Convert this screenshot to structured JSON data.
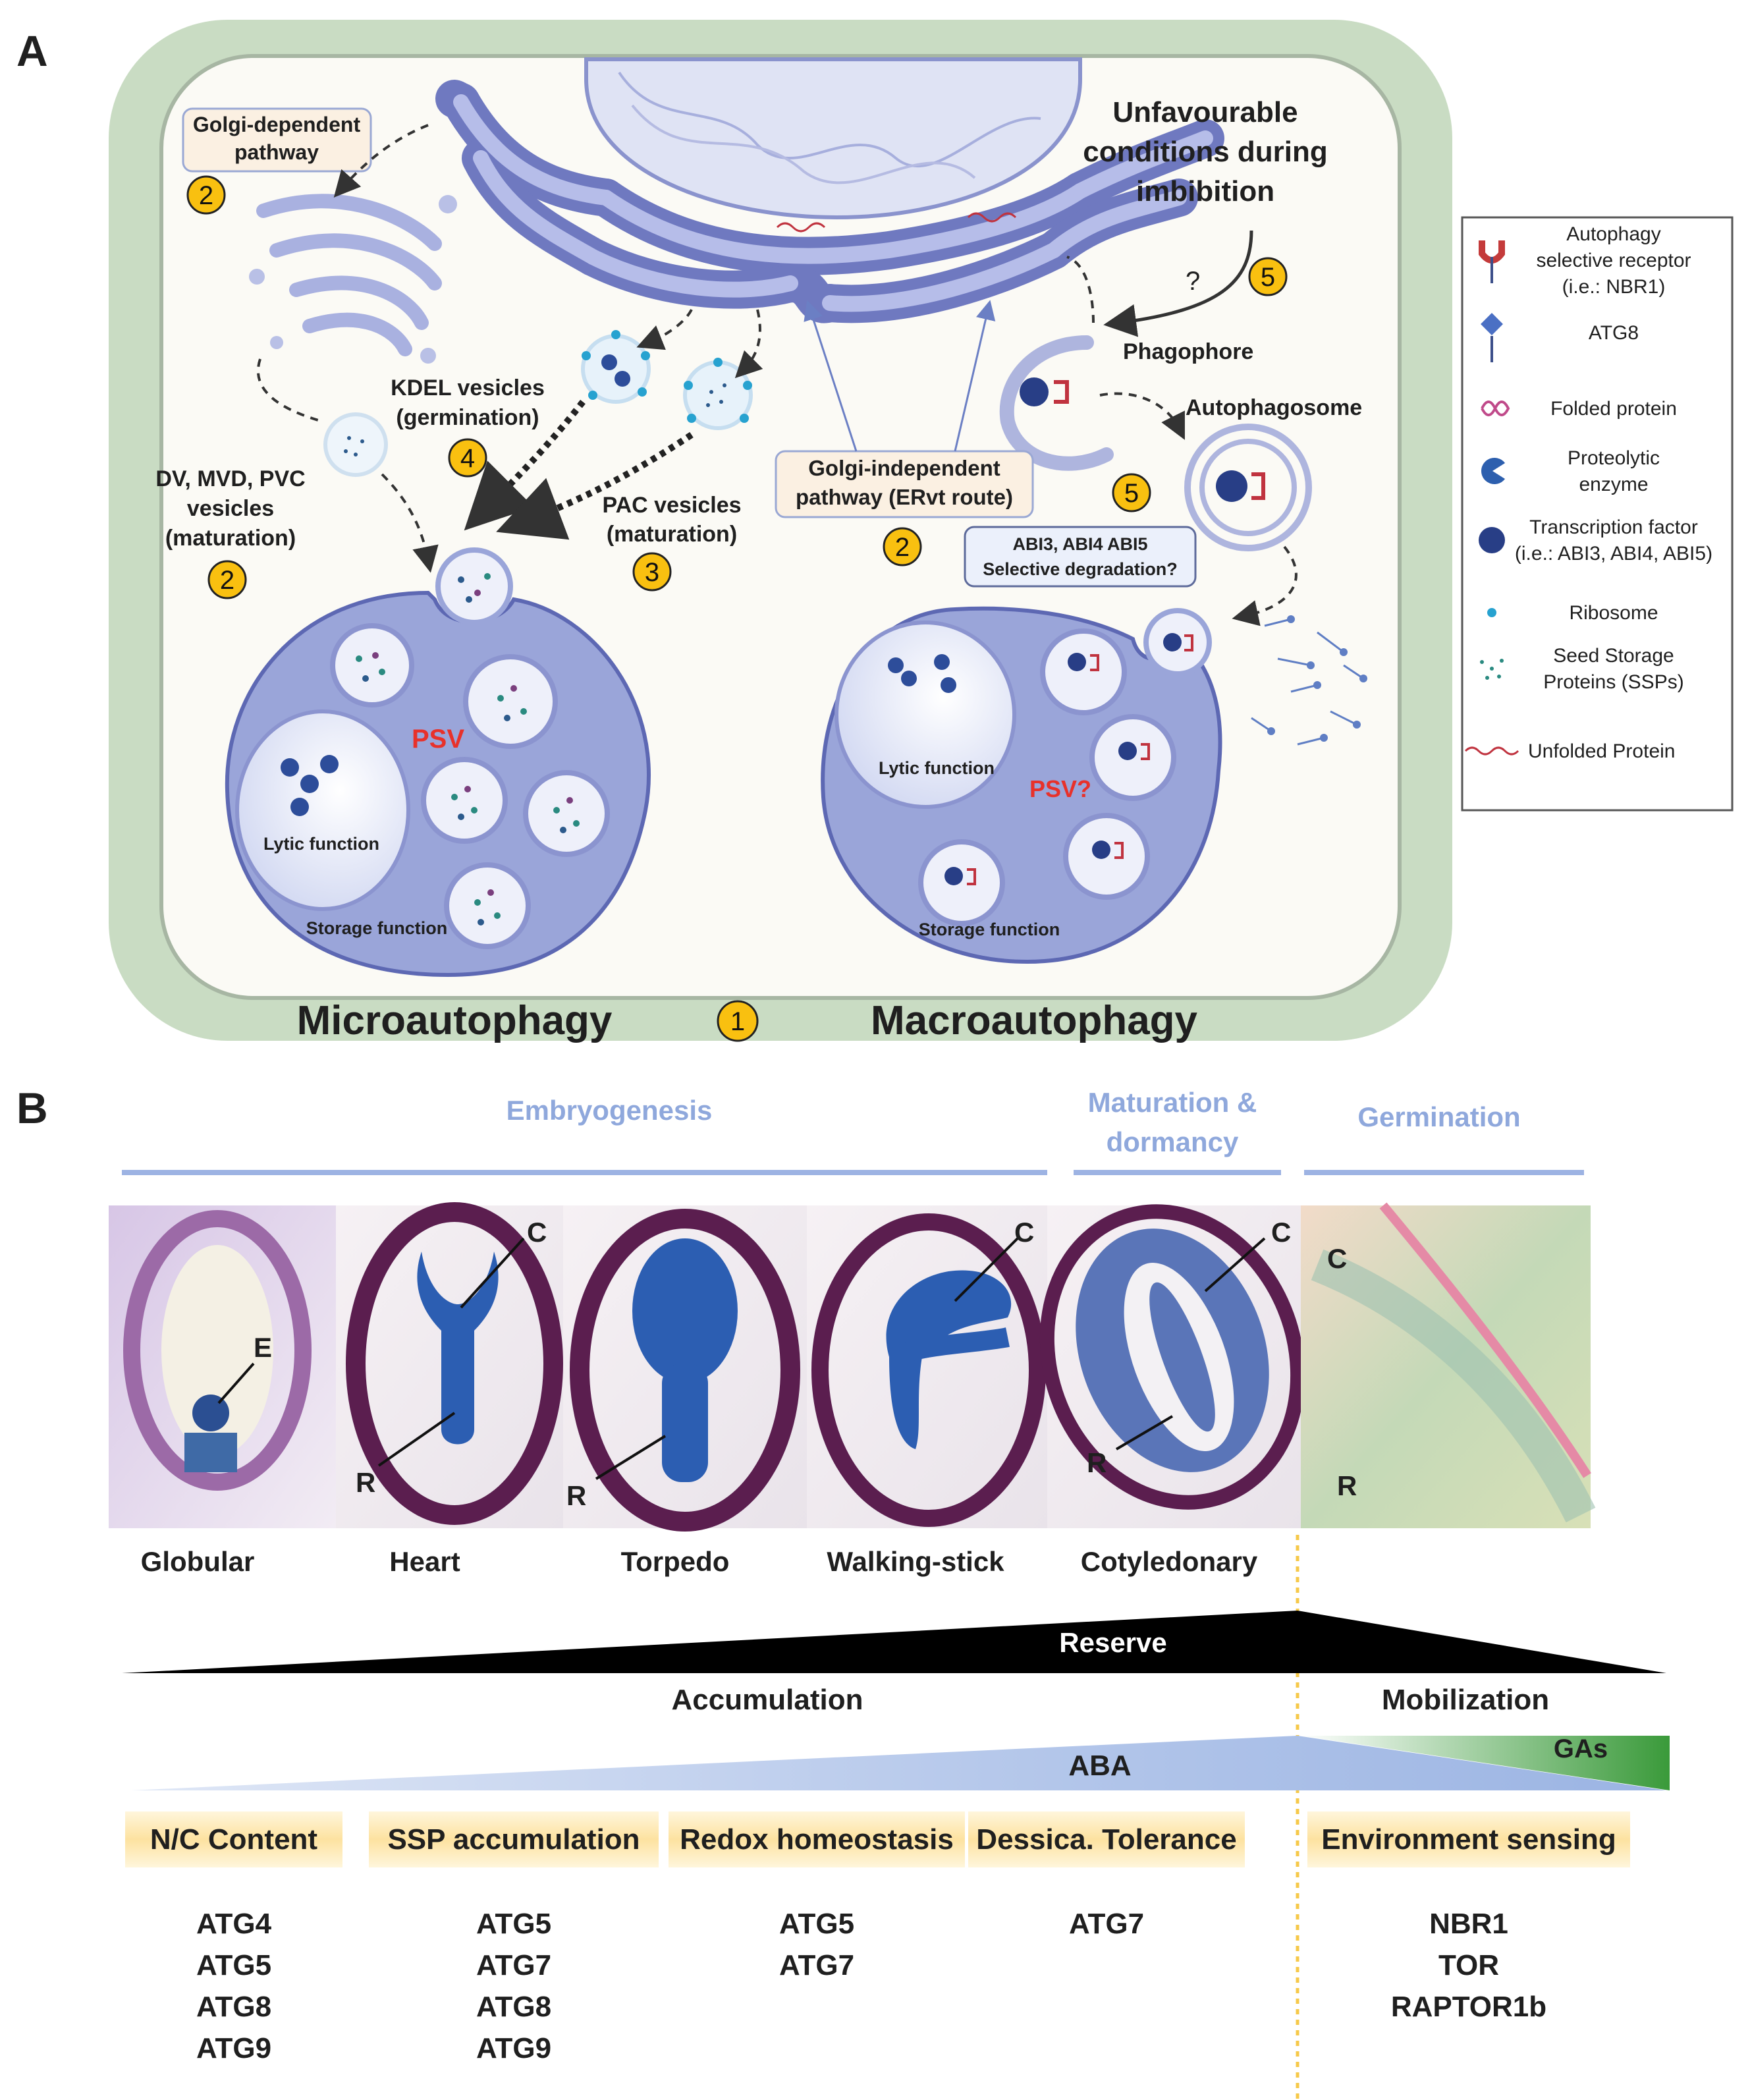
{
  "panelA": {
    "panel_letter": "A",
    "golgi_dependent": [
      "Golgi-dependent",
      "pathway"
    ],
    "golgi_independent": [
      "Golgi-independent",
      "pathway (ERvt route)"
    ],
    "unfavourable": [
      "Unfavourable",
      "conditions during",
      "imbibition"
    ],
    "question_mark": "?",
    "phagophore": "Phagophore",
    "autophagosome": "Autophagosome",
    "kdel": [
      "KDEL vesicles",
      "(germination)"
    ],
    "pac": [
      "PAC vesicles",
      "(maturation)"
    ],
    "dv": [
      "DV, MVD, PVC",
      "vesicles",
      "(maturation)"
    ],
    "abi_box": [
      "ABI3, ABI4 ABI5",
      "Selective degradation?"
    ],
    "psv_left": "PSV",
    "psv_right": "PSV?",
    "lytic_left": "Lytic function",
    "storage_left": "Storage function",
    "lytic_right": "Lytic function",
    "storage_right": "Storage function",
    "micro": "Microautophagy",
    "macro": "Macroautophagy",
    "numbers": {
      "golgi_dep": "2",
      "unfav": "5",
      "kdel": "4",
      "dv": "2",
      "pac": "3",
      "golgi_indep": "2",
      "autophagosome": "5",
      "center": "1"
    },
    "legend": [
      {
        "icon": "receptor-icon",
        "label": [
          "Autophagy",
          "selective receptor",
          "(i.e.: NBR1)"
        ]
      },
      {
        "icon": "atg8-icon",
        "label": [
          "ATG8"
        ]
      },
      {
        "icon": "folded-protein-icon",
        "label": [
          "Folded protein"
        ]
      },
      {
        "icon": "proteolytic-enzyme-icon",
        "label": [
          "Proteolytic",
          "enzyme"
        ]
      },
      {
        "icon": "transcription-factor-icon",
        "label": [
          "Transcription factor",
          "(i.e.: ABI3, ABI4, ABI5)"
        ]
      },
      {
        "icon": "ribosome-icon",
        "label": [
          "Ribosome"
        ]
      },
      {
        "icon": "seed-storage-protein-icon",
        "label": [
          "Seed Storage",
          "Proteins (SSPs)"
        ]
      },
      {
        "icon": "unfolded-protein-icon",
        "label": [
          "Unfolded Protein"
        ]
      }
    ],
    "colors": {
      "cell_wall": "#c9dcc3",
      "cytoplasm": "#fbfaf5",
      "membrane": "#9aa5d9",
      "number_badge": "#f9c010",
      "psv_label": "#e8312a"
    }
  },
  "panelB": {
    "panel_letter": "B",
    "phases": [
      "Embryogenesis",
      "Maturation &",
      "dormancy",
      "Germination"
    ],
    "stages": [
      "Globular",
      "Heart",
      "Torpedo",
      "Walking-stick",
      "Cotyledonary"
    ],
    "micro_labels": {
      "E": "E",
      "C": "C",
      "R": "R"
    },
    "reserve": "Reserve",
    "accumulation": "Accumulation",
    "mobilization": "Mobilization",
    "aba": "ABA",
    "gas": "GAs",
    "processes": [
      {
        "title": "N/C Content",
        "genes": [
          "ATG4",
          "ATG5",
          "ATG8",
          "ATG9"
        ]
      },
      {
        "title": "SSP accumulation",
        "genes": [
          "ATG5",
          "ATG7",
          "ATG8",
          "ATG9"
        ]
      },
      {
        "title": "Redox homeostasis",
        "genes": [
          "ATG5",
          "ATG7"
        ]
      },
      {
        "title": "Dessica. Tolerance",
        "genes": [
          "ATG7"
        ]
      },
      {
        "title": "Environment sensing",
        "genes": [
          "NBR1",
          "TOR",
          "RAPTOR1b"
        ]
      }
    ],
    "colors": {
      "phase_text": "#8fa8dc",
      "process_bg": "#fde6a4",
      "aba": "#8fa8dc",
      "gas": "#3c9a3c"
    }
  }
}
